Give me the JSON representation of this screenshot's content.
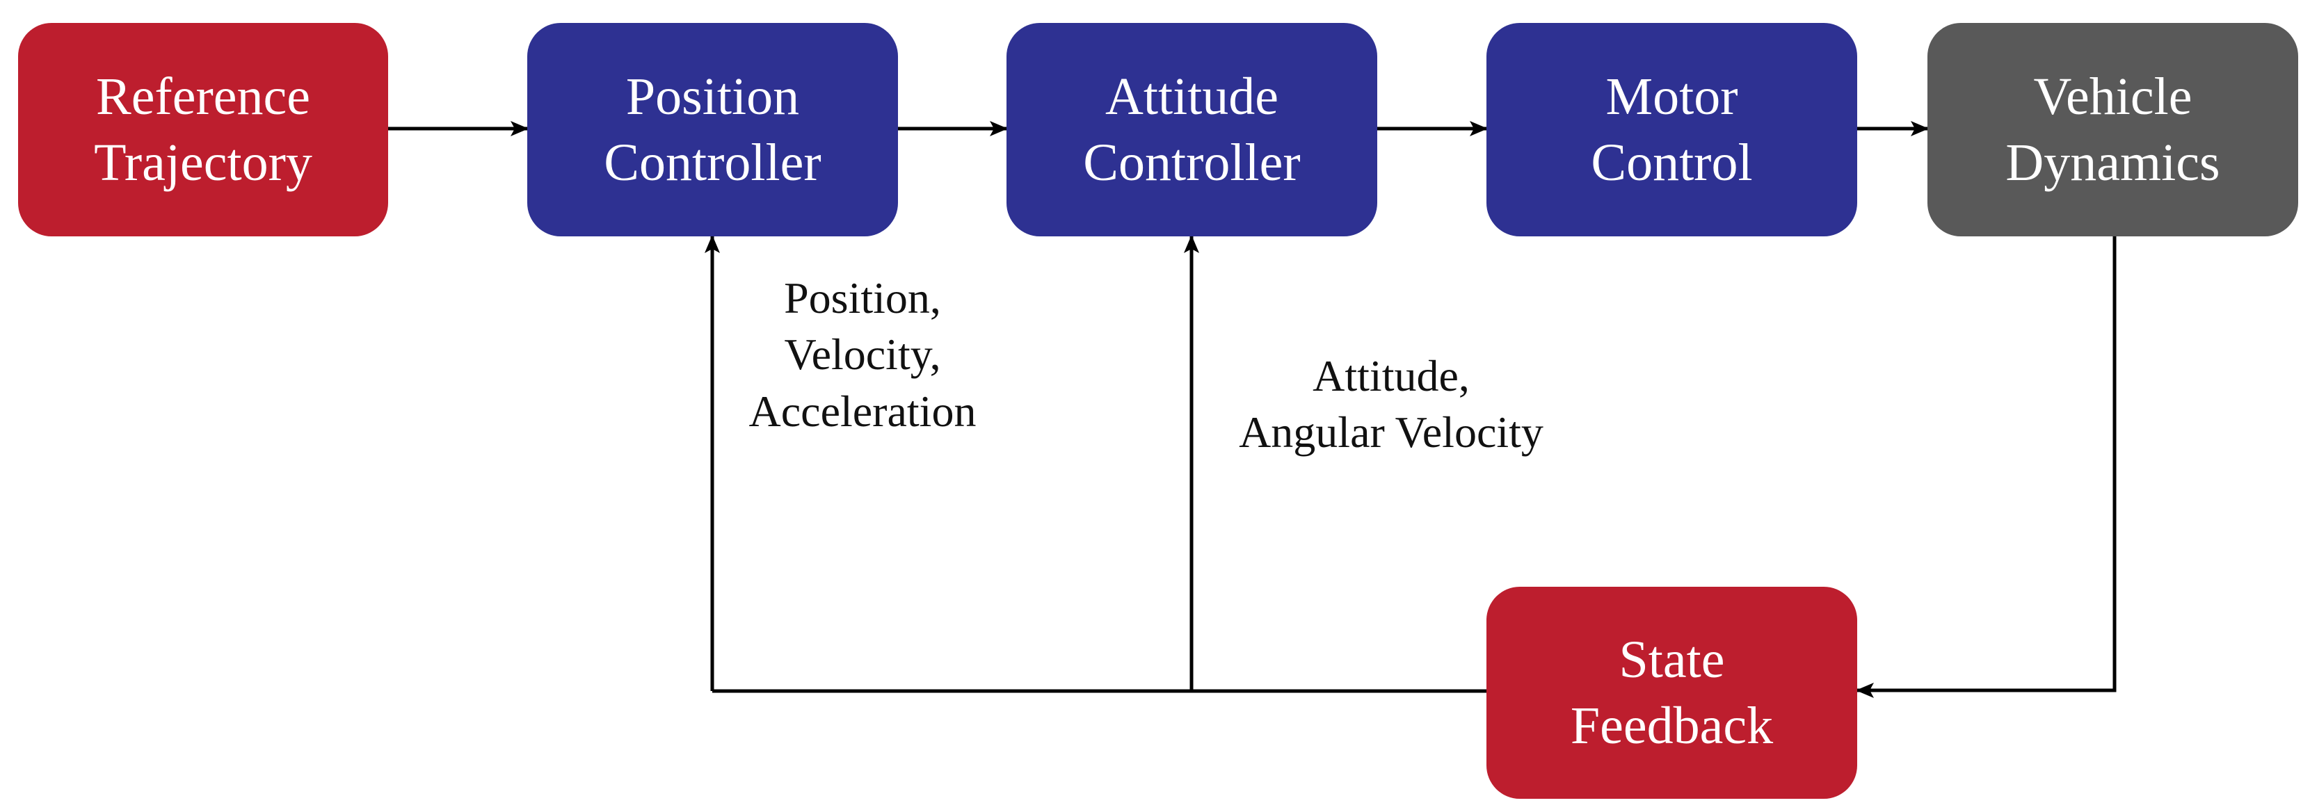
{
  "blocks": {
    "reference_trajectory": {
      "lines": [
        "Reference",
        "Trajectory"
      ],
      "color": "#bd1e2e"
    },
    "position_controller": {
      "lines": [
        "Position",
        "Controller"
      ],
      "color": "#2e3192"
    },
    "attitude_controller": {
      "lines": [
        "Attitude",
        "Controller"
      ],
      "color": "#2e3192"
    },
    "motor_control": {
      "lines": [
        "Motor",
        "Control"
      ],
      "color": "#2e3192"
    },
    "vehicle_dynamics": {
      "lines": [
        "Vehicle",
        "Dynamics"
      ],
      "color": "#595959"
    },
    "state_feedback": {
      "lines": [
        "State",
        "Feedback"
      ],
      "color": "#bd1e2e"
    }
  },
  "signal_labels": {
    "position_feedback": [
      "Position,",
      "Velocity,",
      "Acceleration"
    ],
    "attitude_feedback": [
      "Attitude,",
      "Angular Velocity"
    ]
  },
  "connections": [
    {
      "from": "reference_trajectory",
      "to": "position_controller"
    },
    {
      "from": "position_controller",
      "to": "attitude_controller"
    },
    {
      "from": "attitude_controller",
      "to": "motor_control"
    },
    {
      "from": "motor_control",
      "to": "vehicle_dynamics"
    },
    {
      "from": "vehicle_dynamics",
      "to": "state_feedback"
    },
    {
      "from": "state_feedback",
      "to": "position_controller",
      "label": "position_feedback"
    },
    {
      "from": "state_feedback",
      "to": "attitude_controller",
      "label": "attitude_feedback"
    }
  ],
  "colors": {
    "line": "#000000"
  }
}
